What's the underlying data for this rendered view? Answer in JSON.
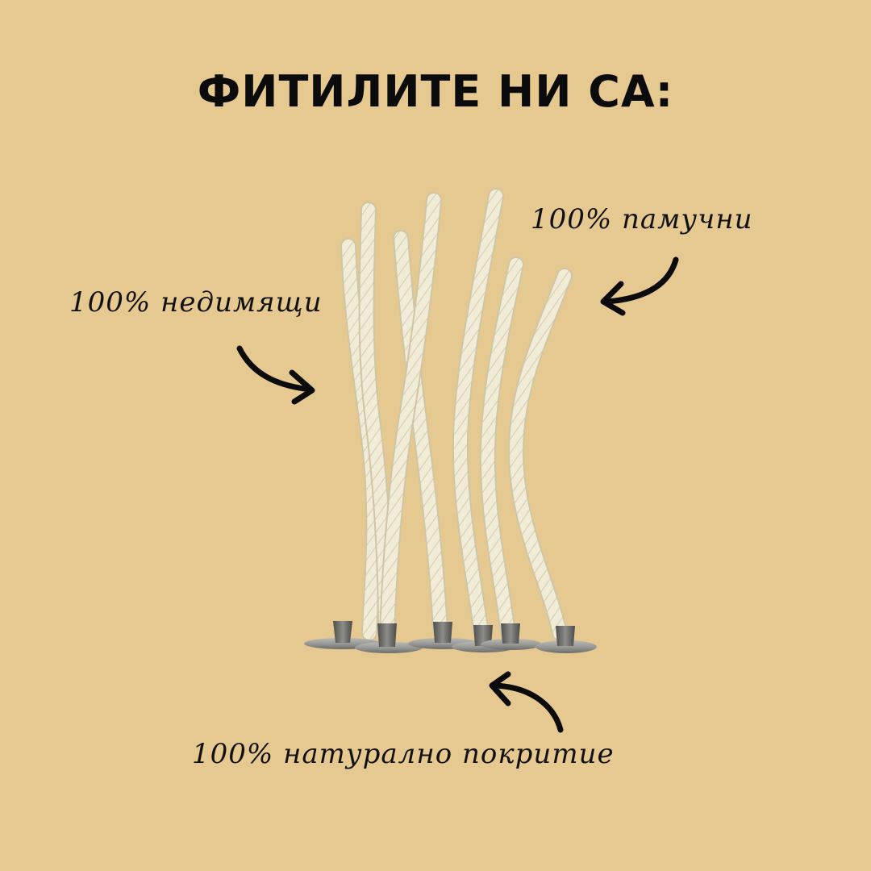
{
  "title": "ФИТИЛИТЕ НИ СА:",
  "labels": {
    "cotton": "100% памучни",
    "smokeless": "100% недимящи",
    "natural_coating": "100% натурално покритие"
  },
  "colors": {
    "background": "#E6C990",
    "text": "#0b0b0b",
    "wick": "#F1ECD8",
    "wick_shadow": "#D9D0B2",
    "metal_tab": "#8E8E8E"
  },
  "product": {
    "wick_count": 7,
    "metal_tab_count": 6
  }
}
